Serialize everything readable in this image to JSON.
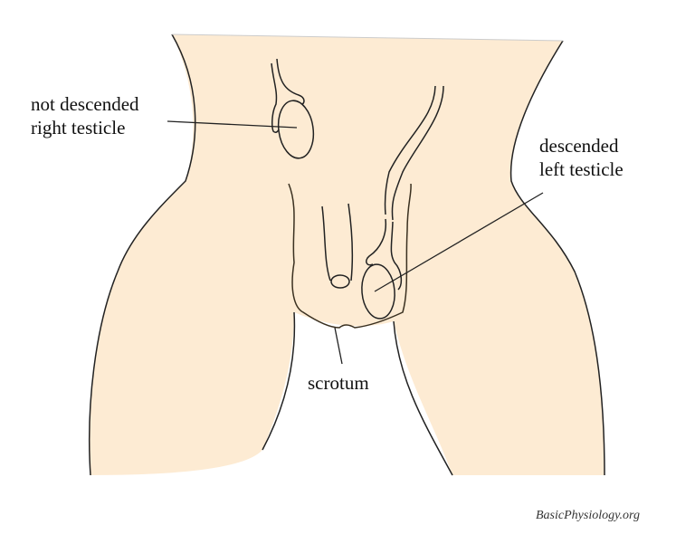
{
  "labels": {
    "right_testicle": [
      "not descended",
      "right testicle"
    ],
    "left_testicle": [
      "descended",
      "left testicle"
    ],
    "scrotum": "scrotum"
  },
  "watermark": "BasicPhysiology.org",
  "colors": {
    "skin": "#fdebd3",
    "outline": "#222222",
    "background": "#ffffff"
  }
}
